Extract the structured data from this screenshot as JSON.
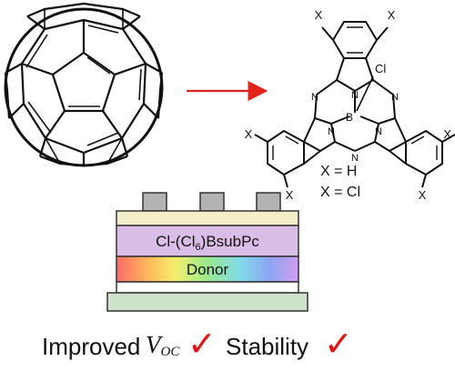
{
  "molecule": {
    "substituent": "X",
    "axial": "Cl",
    "boron": "B",
    "nitrogen": "N",
    "x_h": "X = H",
    "x_cl": "X = Cl"
  },
  "device": {
    "acceptor_label": "Cl-(Cl",
    "acceptor_sub": "6",
    "acceptor_suffix": ")BsubPc",
    "donor_label": "Donor"
  },
  "caption": {
    "improved": "Improved",
    "voc_main": "V",
    "voc_sub": "OC",
    "stability": "Stability",
    "check": "✓"
  },
  "colors": {
    "arrow": "#e3241b",
    "check": "#e01414",
    "acceptor_layer": "#d9bde6",
    "top_layer": "#f3eec7",
    "substrate": "#cfe3cc",
    "electrode": "#b3b3b3"
  }
}
